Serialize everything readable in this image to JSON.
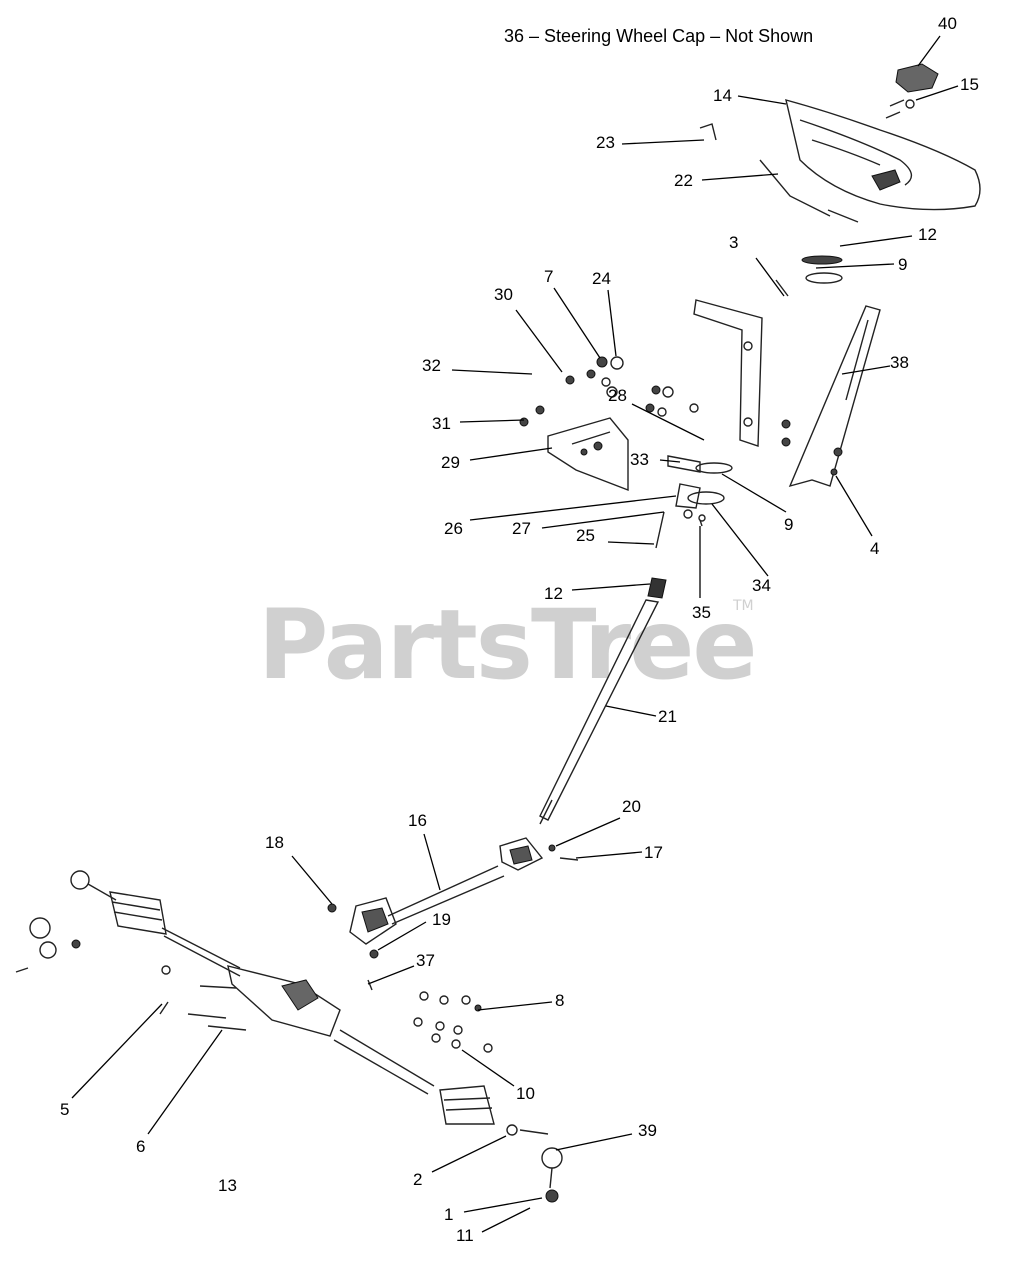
{
  "diagram": {
    "note": "36 – Steering Wheel Cap – Not Shown",
    "watermark": "PartsTree",
    "trademark": "TM",
    "callouts": [
      {
        "id": "c40",
        "text": "40"
      },
      {
        "id": "c15",
        "text": "15"
      },
      {
        "id": "c14",
        "text": "14"
      },
      {
        "id": "c23",
        "text": "23"
      },
      {
        "id": "c22",
        "text": "22"
      },
      {
        "id": "c3",
        "text": "3"
      },
      {
        "id": "c12a",
        "text": "12"
      },
      {
        "id": "c9a",
        "text": "9"
      },
      {
        "id": "c7",
        "text": "7"
      },
      {
        "id": "c24",
        "text": "24"
      },
      {
        "id": "c30",
        "text": "30"
      },
      {
        "id": "c32",
        "text": "32"
      },
      {
        "id": "c28",
        "text": "28"
      },
      {
        "id": "c38",
        "text": "38"
      },
      {
        "id": "c31",
        "text": "31"
      },
      {
        "id": "c29",
        "text": "29"
      },
      {
        "id": "c33",
        "text": "33"
      },
      {
        "id": "c9b",
        "text": "9"
      },
      {
        "id": "c4",
        "text": "4"
      },
      {
        "id": "c26",
        "text": "26"
      },
      {
        "id": "c27",
        "text": "27"
      },
      {
        "id": "c25",
        "text": "25"
      },
      {
        "id": "c34",
        "text": "34"
      },
      {
        "id": "c12b",
        "text": "12"
      },
      {
        "id": "c35",
        "text": "35"
      },
      {
        "id": "c21",
        "text": "21"
      },
      {
        "id": "c20",
        "text": "20"
      },
      {
        "id": "c16",
        "text": "16"
      },
      {
        "id": "c18",
        "text": "18"
      },
      {
        "id": "c17",
        "text": "17"
      },
      {
        "id": "c19",
        "text": "19"
      },
      {
        "id": "c37",
        "text": "37"
      },
      {
        "id": "c8",
        "text": "8"
      },
      {
        "id": "c5",
        "text": "5"
      },
      {
        "id": "c10",
        "text": "10"
      },
      {
        "id": "c39",
        "text": "39"
      },
      {
        "id": "c6",
        "text": "6"
      },
      {
        "id": "c13",
        "text": "13"
      },
      {
        "id": "c2",
        "text": "2"
      },
      {
        "id": "c1",
        "text": "1"
      },
      {
        "id": "c11",
        "text": "11"
      }
    ]
  }
}
